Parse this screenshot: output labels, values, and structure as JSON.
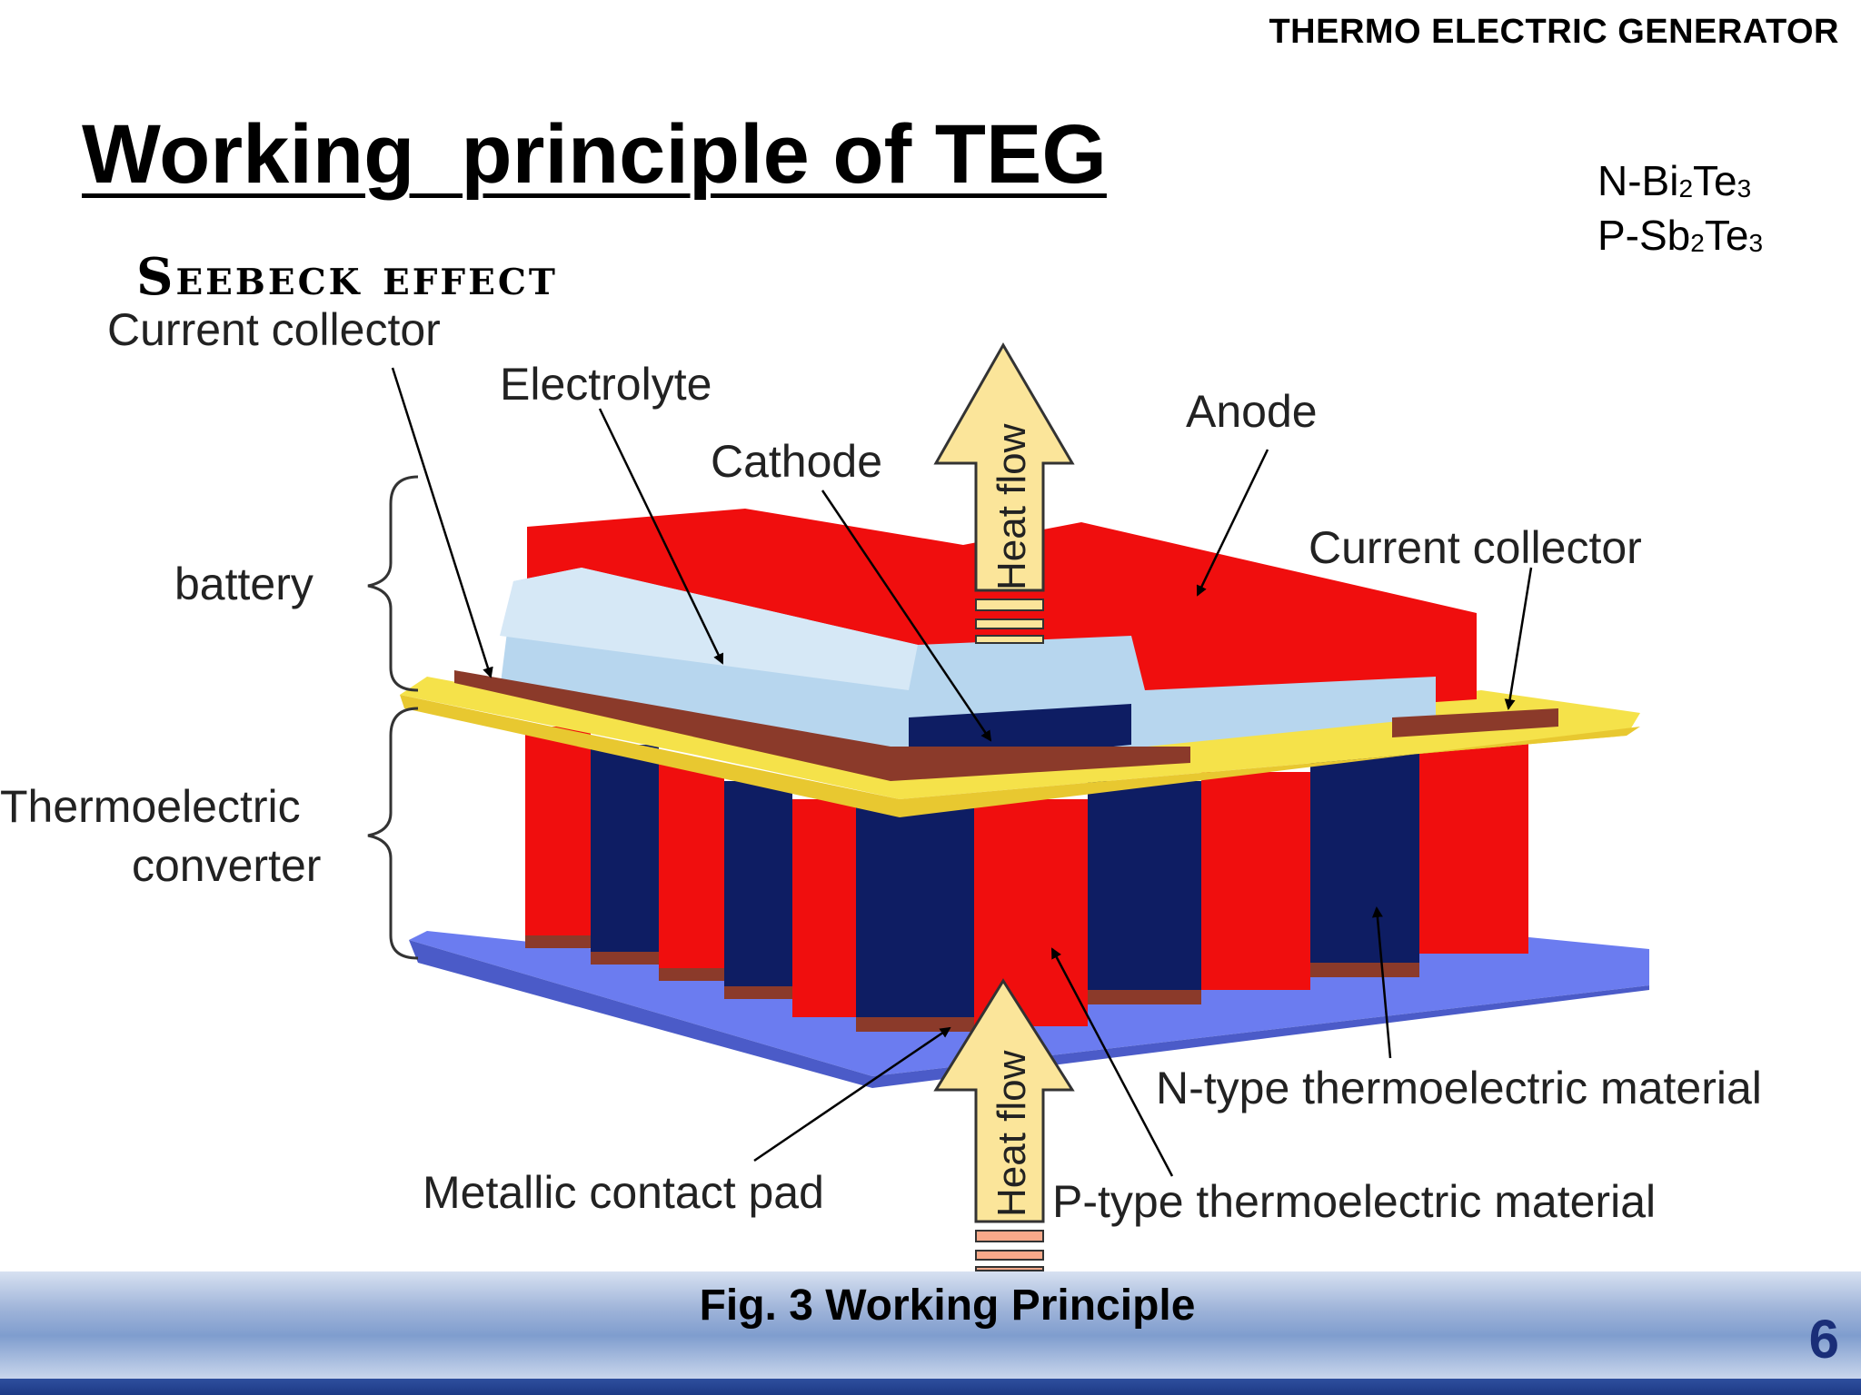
{
  "header": {
    "title": "THERMO ELECTRIC GENERATOR"
  },
  "slide": {
    "title": "Working  principle of TEG",
    "subtitle": "Seebeck effect"
  },
  "formulas": [
    {
      "prefix": "N-Bi",
      "s1": "2",
      "mid": "Te",
      "s2": "3"
    },
    {
      "prefix": "P-Sb",
      "s1": "2",
      "mid": "Te",
      "s2": "3"
    }
  ],
  "diagram": {
    "labels": {
      "current_collector_left": "Current collector",
      "electrolyte": "Electrolyte",
      "cathode": "Cathode",
      "anode": "Anode",
      "current_collector_right": "Current collector",
      "battery": "battery",
      "thermo_line1": "Thermoelectric",
      "thermo_line2": "converter",
      "n_type": "N-type thermoelectric material",
      "p_type": "P-type thermoelectric material",
      "contact_pad": "Metallic contact pad",
      "heat_flow_top": "Heat flow",
      "heat_flow_bottom": "Heat flow"
    },
    "colors": {
      "p_type": "#f00e0e",
      "n_type": "#0e1d63",
      "substrate": "#6b7cf0",
      "collector_film": "#f5e24a",
      "electrolyte": "#b7d6ee",
      "contact": "#8b3a2a",
      "arrow": "#fbe59a"
    }
  },
  "footer": {
    "caption": "Fig. 3 Working Principle",
    "page_number": "6"
  }
}
